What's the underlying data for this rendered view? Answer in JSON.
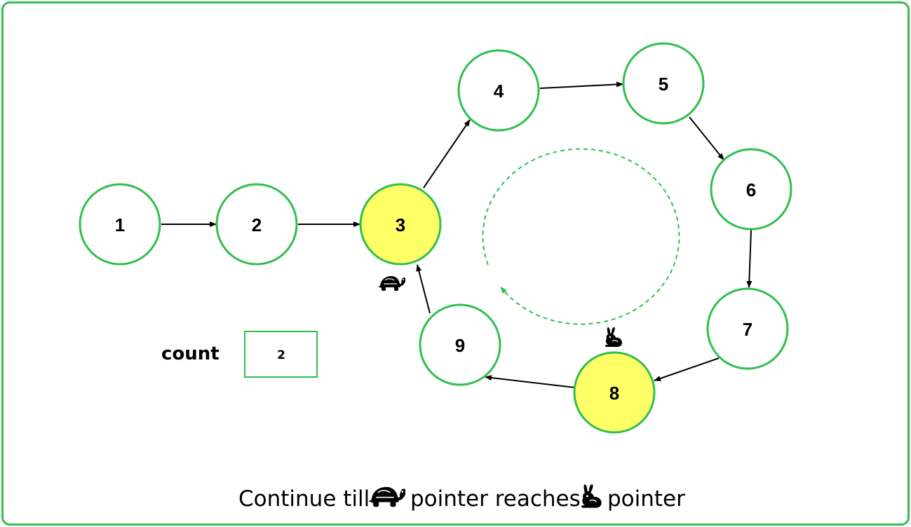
{
  "colors": {
    "border": "#2fbf4f",
    "node_stroke": "#2fbf4f",
    "highlight_fill": "#ffff66",
    "edge": "#000000",
    "cycle_arrow": "#2fbf4f"
  },
  "nodes": [
    {
      "id": "n1",
      "label": "1",
      "highlighted": false
    },
    {
      "id": "n2",
      "label": "2",
      "highlighted": false
    },
    {
      "id": "n3",
      "label": "3",
      "highlighted": true
    },
    {
      "id": "n4",
      "label": "4",
      "highlighted": false
    },
    {
      "id": "n5",
      "label": "5",
      "highlighted": false
    },
    {
      "id": "n6",
      "label": "6",
      "highlighted": false
    },
    {
      "id": "n7",
      "label": "7",
      "highlighted": false
    },
    {
      "id": "n8",
      "label": "8",
      "highlighted": true
    },
    {
      "id": "n9",
      "label": "9",
      "highlighted": false
    }
  ],
  "edges": [
    {
      "from": "1",
      "to": "2"
    },
    {
      "from": "2",
      "to": "3"
    },
    {
      "from": "3",
      "to": "4"
    },
    {
      "from": "4",
      "to": "5"
    },
    {
      "from": "5",
      "to": "6"
    },
    {
      "from": "6",
      "to": "7"
    },
    {
      "from": "7",
      "to": "8"
    },
    {
      "from": "8",
      "to": "9"
    },
    {
      "from": "9",
      "to": "3"
    }
  ],
  "pointers": {
    "slow": {
      "icon": "turtle-icon",
      "at_node": "3"
    },
    "fast": {
      "icon": "rabbit-icon",
      "at_node": "8"
    }
  },
  "count": {
    "label": "count",
    "value": "2"
  },
  "caption": {
    "part1": "Continue till",
    "part2": "pointer reaches",
    "part3": "pointer",
    "icon1": "turtle-icon",
    "icon2": "rabbit-icon"
  }
}
